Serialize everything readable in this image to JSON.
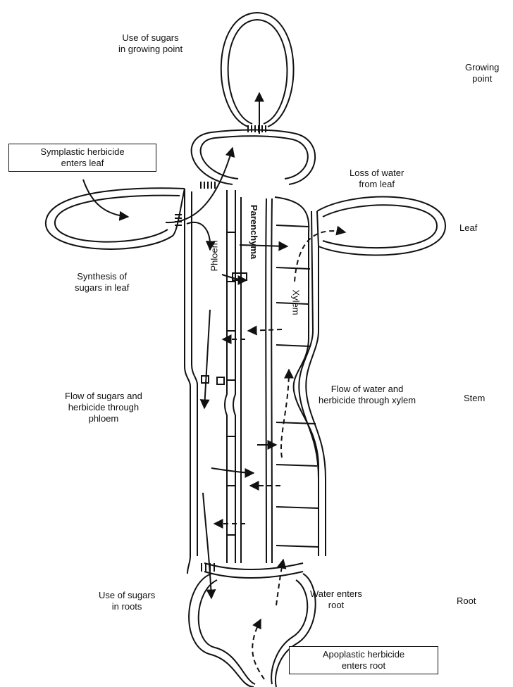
{
  "labels": {
    "use_sugars_growing": [
      "Use of sugars",
      "in growing point"
    ],
    "growing_point": [
      "Growing",
      "point"
    ],
    "symplastic_box": [
      "Symplastic herbicide",
      "enters leaf"
    ],
    "loss_of_water": [
      "Loss of water",
      "from leaf"
    ],
    "leaf": "Leaf",
    "synthesis": [
      "Synthesis of",
      "sugars in leaf"
    ],
    "phloem": "Phloem",
    "parenchyma": "Parenchyma",
    "xylem": "Xylem",
    "flow_sugars": [
      "Flow of sugars and",
      "herbicide through",
      "phloem"
    ],
    "flow_water": [
      "Flow of water and",
      "herbicide through xylem"
    ],
    "stem": "Stem",
    "use_sugars_roots": [
      "Use of sugars",
      "in roots"
    ],
    "water_enters": [
      "Water enters",
      "root"
    ],
    "root": "Root",
    "apoplastic_box": [
      "Apoplastic herbicide",
      "enters root"
    ]
  }
}
